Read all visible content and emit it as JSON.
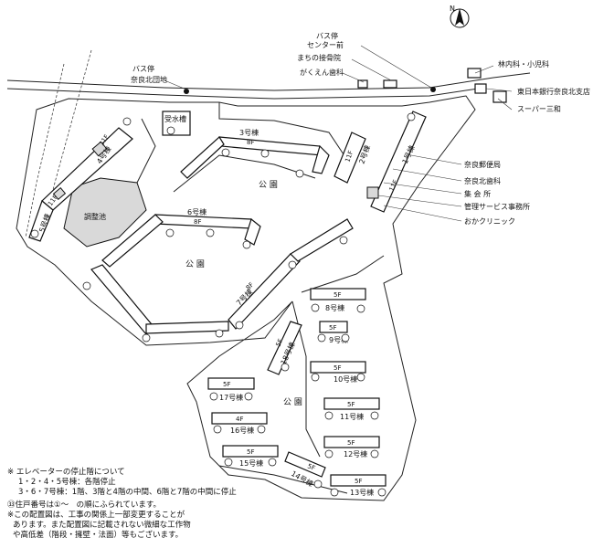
{
  "north": "N",
  "labels": {
    "bus_stop_north": "バス停",
    "nara_kita_danchi": "奈良北団地",
    "bus_stop_center_1": "バス停",
    "bus_stop_center_2": "センター前",
    "machi_sekkotsuin": "まちの接骨院",
    "gakuen_dental": "がくえん歯科",
    "hayashi_clinic": "林内科・小児科",
    "bank": "東日本銀行奈良北支店",
    "supermarket": "スーパー三和",
    "post_office": "奈良郵便局",
    "kita_dental": "奈良北歯科",
    "meeting_hall": "集 会 所",
    "mgmt_office": "管理サービス事務所",
    "oka_clinic": "おかクリニック",
    "water_tank": "受水槽",
    "pond": "調整池",
    "park": "公 園"
  },
  "buildings": {
    "b1": {
      "name": "1号棟",
      "floor": "11F"
    },
    "b2": {
      "name": "2号棟",
      "floor": "11F"
    },
    "b3": {
      "name": "3号棟",
      "floor": "8F"
    },
    "b4": {
      "name": "4号棟",
      "floor": "11F"
    },
    "b5": {
      "name": "5号棟",
      "floor": "11F"
    },
    "b6": {
      "name": "6号棟",
      "floor": "8F"
    },
    "b7": {
      "name": "7号棟",
      "floor": "8F"
    },
    "b8": {
      "name": "8号棟",
      "floor": "5F"
    },
    "b9": {
      "name": "9号棟",
      "floor": "5F"
    },
    "b10": {
      "name": "10号棟",
      "floor": "5F"
    },
    "b11": {
      "name": "11号棟",
      "floor": "5F"
    },
    "b12": {
      "name": "12号棟",
      "floor": "5F"
    },
    "b13": {
      "name": "13号棟",
      "floor": "5F"
    },
    "b14": {
      "name": "14号棟",
      "floor": "5F"
    },
    "b15": {
      "name": "15号棟",
      "floor": "5F"
    },
    "b16": {
      "name": "16号棟",
      "floor": "4F"
    },
    "b17": {
      "name": "17号棟",
      "floor": "5F"
    },
    "b18": {
      "name": "18号棟",
      "floor": "5F"
    }
  },
  "notes": {
    "n1": "※ エレベーターの停止階について",
    "n2": "1・2・4・5号棟：各階停止",
    "n3": "3・6・7号棟：1階、3階と4階の中間、6階と7階の中間に停止",
    "n4": "㉝住戸番号は①～　の順にふられています。",
    "n5": "※この配置図は、工事の関係上一部変更することが",
    "n6": "あります。また配置図に記載されない微細な工作物",
    "n7": "や高低差（階段・擁壁・法面）等もございます。"
  }
}
